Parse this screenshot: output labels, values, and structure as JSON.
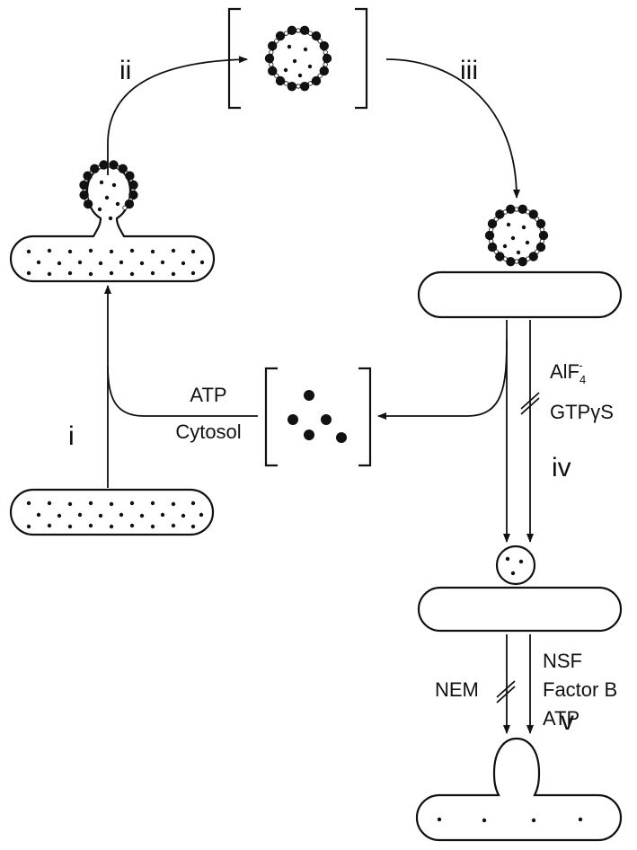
{
  "labels": {
    "step_i": "i",
    "step_ii": "ii",
    "step_iii": "iii",
    "step_iv": "iv",
    "step_v": "v",
    "atp_left": "ATP",
    "cytosol": "Cytosol",
    "aif_base": "AlF",
    "aif_sub": "4",
    "aif_sup": "-",
    "gtpgs": "GTPγS",
    "nsf": "NSF",
    "factor_b": "Factor B",
    "atp_right": "ATP",
    "nem": "NEM"
  },
  "colors": {
    "ink": "#111111",
    "background": "#ffffff"
  }
}
